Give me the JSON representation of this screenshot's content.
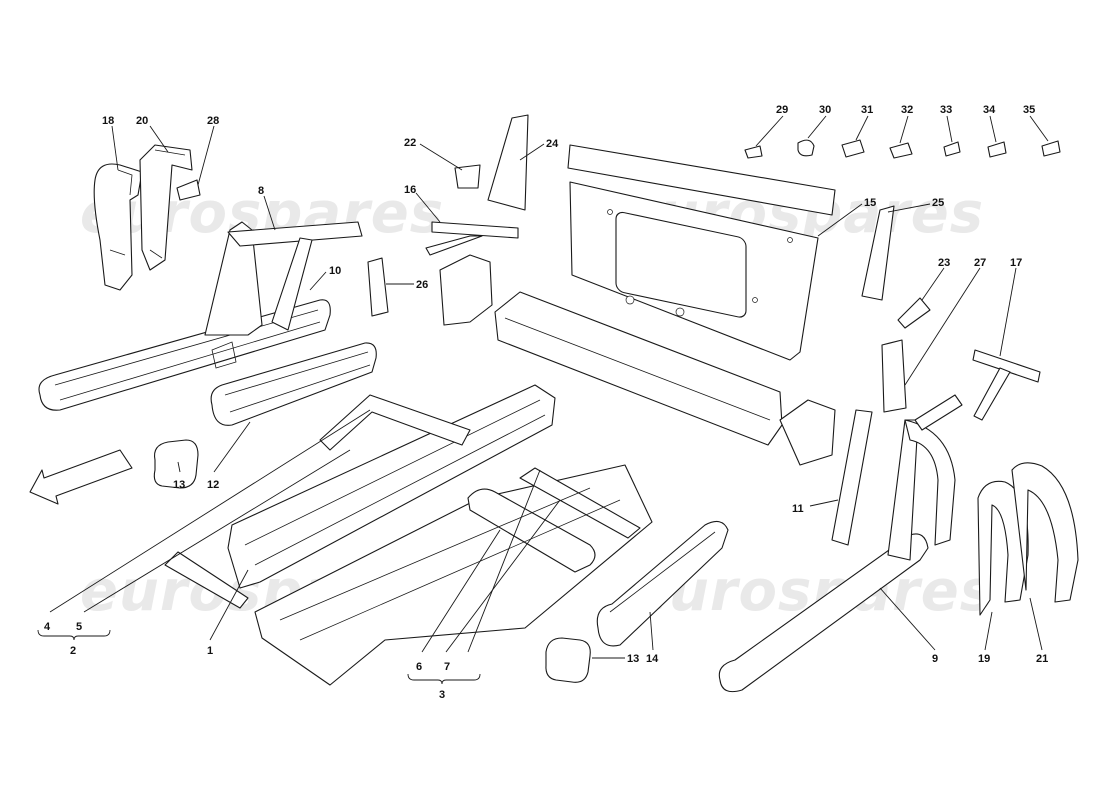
{
  "watermark": "eurospares",
  "callouts": [
    {
      "label": "18"
    },
    {
      "label": "20"
    },
    {
      "label": "28"
    },
    {
      "label": "8"
    },
    {
      "label": "10"
    },
    {
      "label": "22"
    },
    {
      "label": "24"
    },
    {
      "label": "16"
    },
    {
      "label": "26"
    },
    {
      "label": "29"
    },
    {
      "label": "30"
    },
    {
      "label": "31"
    },
    {
      "label": "32"
    },
    {
      "label": "33"
    },
    {
      "label": "34"
    },
    {
      "label": "35"
    },
    {
      "label": "15"
    },
    {
      "label": "25"
    },
    {
      "label": "23"
    },
    {
      "label": "27"
    },
    {
      "label": "17"
    },
    {
      "label": "13"
    },
    {
      "label": "12"
    },
    {
      "label": "11"
    },
    {
      "label": "4"
    },
    {
      "label": "5"
    },
    {
      "label": "2"
    },
    {
      "label": "1"
    },
    {
      "label": "6"
    },
    {
      "label": "7"
    },
    {
      "label": "3"
    },
    {
      "label": "13"
    },
    {
      "label": "14"
    },
    {
      "label": "9"
    },
    {
      "label": "19"
    },
    {
      "label": "21"
    }
  ],
  "colors": {
    "line": "#1a1a1a",
    "background": "#ffffff",
    "watermark": "#e9e9e9"
  }
}
